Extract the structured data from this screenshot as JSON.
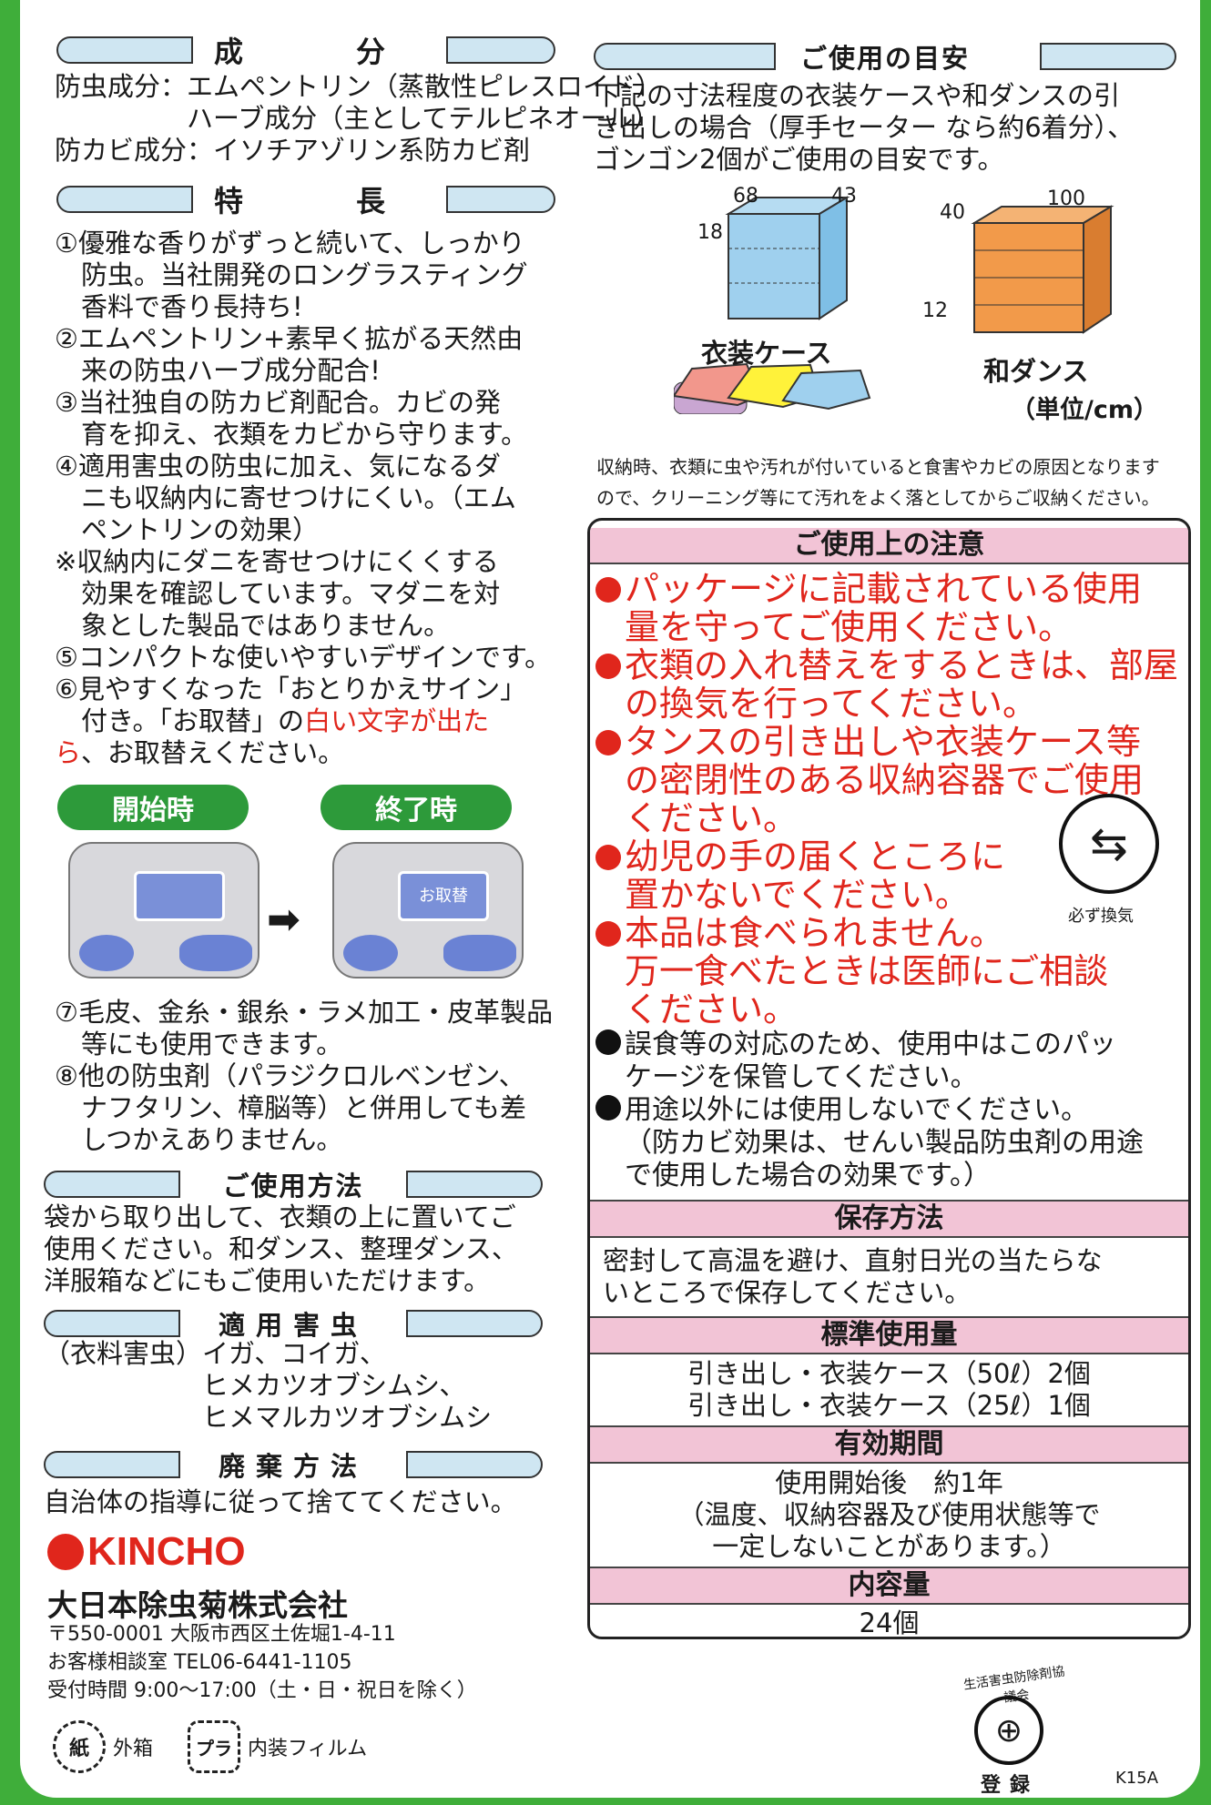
{
  "ingredients": {
    "title_a": "成",
    "title_b": "分",
    "lines": [
      "防虫成分：エムペントリン（蒸散性ピレスロイド）",
      "　　　　　ハーブ成分（主としてテルピネオール）",
      "防カビ成分：イソチアゾリン系防カビ剤"
    ]
  },
  "features": {
    "title_a": "特",
    "title_b": "長",
    "lines": [
      "①優雅な香りがずっと続いて、しっかり",
      "　防虫。当社開発のロングラスティング",
      "　香料で香り長持ち!",
      "②エムペントリン+素早く拡がる天然由",
      "　来の防虫ハーブ成分配合!",
      "③当社独自の防カビ剤配合。カビの発",
      "　育を抑え、衣類をカビから守ります。",
      "④適用害虫の防虫に加え、気になるダ",
      "　ニも収納内に寄せつけにくい。（エム",
      "　ペントリンの効果）",
      "※収納内にダニを寄せつけにくくする",
      "　効果を確認しています。マダニを対",
      "　象とした製品ではありません。",
      "⑤コンパクトな使いやすいデザインです。",
      "⑥見やすくなった「おとりかえサイン」",
      "　付き。「お取替」の"
    ],
    "red_1": "白い文字が出た",
    "red_2": "ら",
    "tail": "、お取替えください。",
    "start_label": "開始時",
    "end_label": "終了時",
    "sign_text": "お取替",
    "more": [
      "⑦毛皮、金糸・銀糸・ラメ加工・皮革製品",
      "　等にも使用できます。",
      "⑧他の防虫剤（パラジクロルベンゼン、",
      "　ナフタリン、樟脳等）と併用しても差",
      "　しつかえありません。"
    ]
  },
  "usage": {
    "title": "ご使用方法",
    "lines": [
      "袋から取り出して、衣類の上に置いてご",
      "使用ください。和ダンス、整理ダンス、",
      "洋服箱などにもご使用いただけます。"
    ]
  },
  "pests": {
    "title": "適用害虫",
    "lines": [
      "（衣料害虫）イガ、コイガ、",
      "　　　　　　ヒメカツオブシムシ、",
      "　　　　　　ヒメマルカツオブシムシ"
    ]
  },
  "disposal": {
    "title": "廃棄方法",
    "text": "自治体の指導に従って捨ててください。"
  },
  "company": {
    "brand": "KINCHO",
    "name": "大日本除虫菊株式会社",
    "lines": [
      "〒550-0001 大阪市西区土佐堀1-4-11",
      "お客様相談室 TEL06-6441-1105",
      "受付時間 9:00〜17:00（土・日・祝日を除く）"
    ],
    "recycle_1_mark": "紙",
    "recycle_1": "外箱",
    "recycle_2_mark": "プラ",
    "recycle_2": "内装フィルム"
  },
  "guide": {
    "title": "ご使用の目安",
    "lines": [
      "下記の寸法程度の衣装ケースや和ダンスの引",
      "き出しの場合（厚手セーター なら約6着分）、",
      "ゴンゴン2個がご使用の目安です。"
    ],
    "case_dims": [
      "68",
      "43",
      "18"
    ],
    "case_label": "衣装ケース",
    "tansu_dims": [
      "40",
      "100",
      "12"
    ],
    "tansu_label": "和ダンス",
    "unit": "（単位/cm）",
    "note": [
      "収納時、衣類に虫や汚れが付いていると食害やカビの原因となります",
      "ので、クリーニング等にて汚れをよく落としてからご収納ください。"
    ]
  },
  "caution": {
    "title": "ご使用上の注意",
    "red_lines": [
      [
        "●",
        "パッケージに記載されている使用"
      ],
      [
        "",
        "量を守ってご使用ください。"
      ],
      [
        "●",
        "衣類の入れ替えをするときは、部屋"
      ],
      [
        "",
        "の換気を行ってください。"
      ],
      [
        "●",
        "タンスの引き出しや衣装ケース等"
      ],
      [
        "",
        "の密閉性のある収納容器でご使用"
      ],
      [
        "",
        "ください。"
      ],
      [
        "●",
        "幼児の手の届くところに"
      ],
      [
        "",
        "置かないでください。"
      ],
      [
        "●",
        "本品は食べられません。"
      ],
      [
        "",
        "万一食べたときは医師にご相談"
      ],
      [
        "",
        "ください。"
      ]
    ],
    "black_lines": [
      [
        "●",
        "誤食等の対応のため、使用中はこのパッ"
      ],
      [
        "",
        "ケージを保管してください。"
      ],
      [
        "●",
        "用途以外には使用しないでください。"
      ],
      [
        "",
        "（防カビ効果は、せんい製品防虫剤の用途"
      ],
      [
        "",
        "で使用した場合の効果です。）"
      ]
    ],
    "vent_label": "必ず換気"
  },
  "storage": {
    "title": "保存方法",
    "lines": [
      "密封して高温を避け、直射日光の当たらな",
      "いところで保存してください。"
    ]
  },
  "standard": {
    "title": "標準使用量",
    "lines": [
      "引き出し・衣装ケース（50ℓ）2個",
      "引き出し・衣装ケース（25ℓ）1個"
    ]
  },
  "validity": {
    "title": "有効期間",
    "lines": [
      "使用開始後　約1年",
      "（温度、収納容器及び使用状態等で",
      "一定しないことがあります。）"
    ]
  },
  "contents": {
    "title": "内容量",
    "value": "24個"
  },
  "seal": {
    "ring_text": "生活害虫防除剤協議会",
    "label": "登録"
  },
  "code": "K15A",
  "colors": {
    "green": "#3fae3a",
    "red": "#e0261c",
    "pink": "#f2c4d6",
    "pill": "#cfe6f2"
  }
}
